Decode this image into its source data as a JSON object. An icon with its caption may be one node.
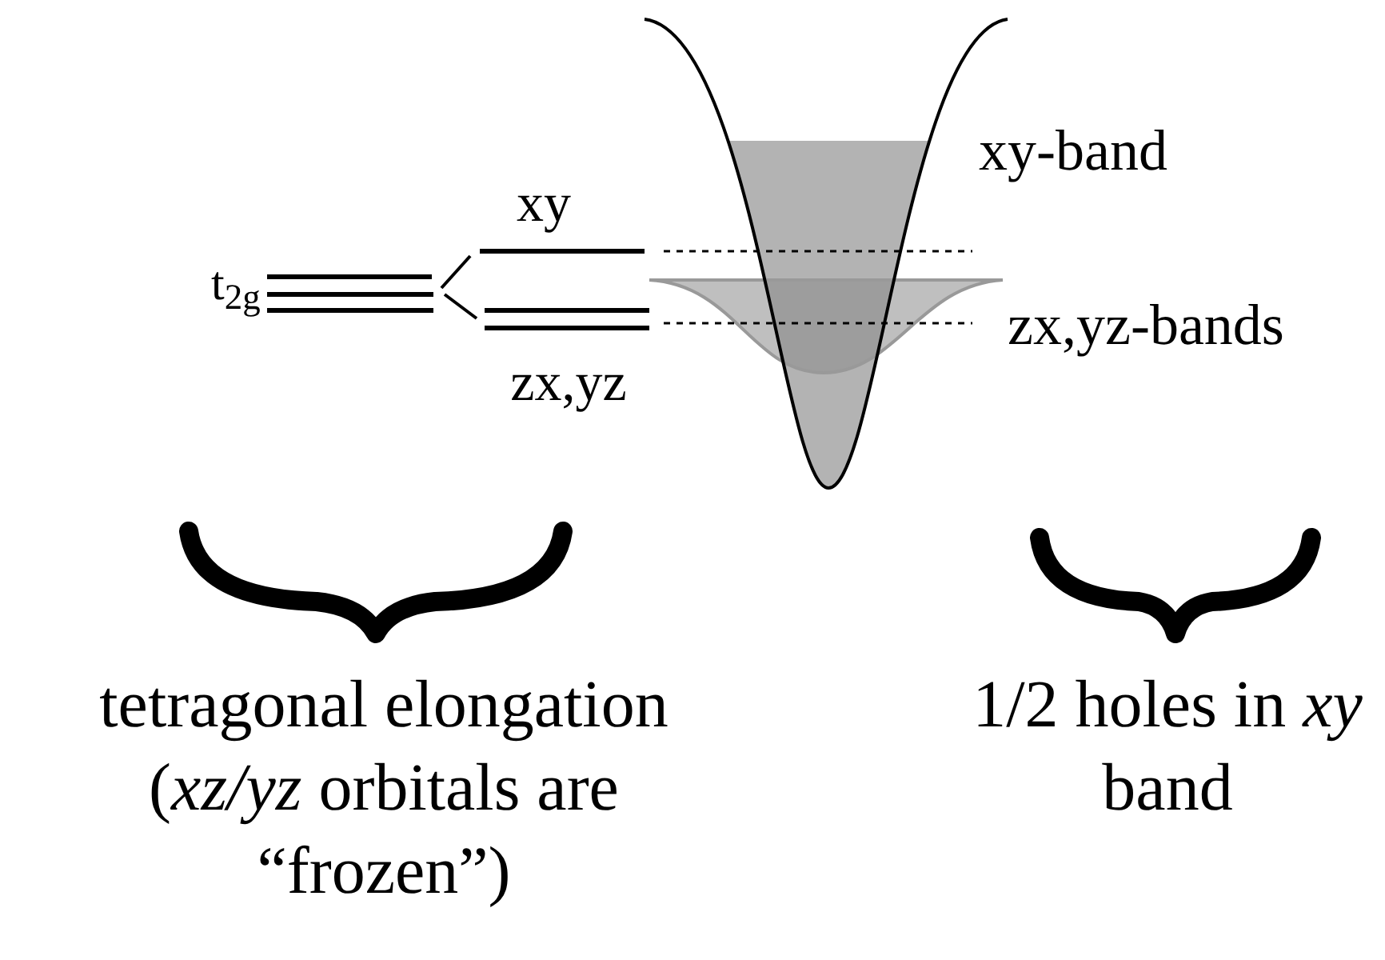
{
  "diagram": {
    "labels": [
      "t$_{2g}$",
      "xy",
      "zx,yz",
      "xy-band",
      "zx,yz-bands",
      "tetragonal elongation (*xz/yz* orbitals are “frozen”)",
      "1/2 holes in *xy* band"
    ]
  }
}
